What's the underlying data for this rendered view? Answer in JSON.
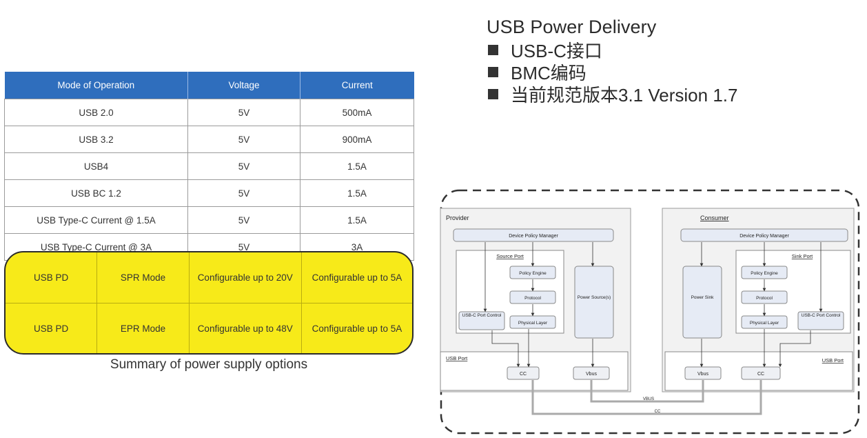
{
  "heading": "USB Power Delivery",
  "bullets": [
    "USB-C接口",
    "BMC编码",
    "当前规范版本3.1 Version 1.7"
  ],
  "table": {
    "headers": [
      "Mode of Operation",
      "Voltage",
      "Current"
    ],
    "rows": [
      [
        "USB 2.0",
        "5V",
        "500mA"
      ],
      [
        "USB 3.2",
        "5V",
        "900mA"
      ],
      [
        "USB4",
        "5V",
        "1.5A"
      ],
      [
        "USB BC 1.2",
        "5V",
        "1.5A"
      ],
      [
        "USB Type-C Current @ 1.5A",
        "5V",
        "1.5A"
      ],
      [
        "USB Type-C Current @ 3A",
        "5V",
        "3A"
      ]
    ],
    "pd_rows": [
      [
        "USB PD",
        "SPR Mode",
        "Configurable up to 20V",
        "Configurable up to 5A"
      ],
      [
        "USB PD",
        "EPR Mode",
        "Configurable up to 48V",
        "Configurable up to 5A"
      ]
    ],
    "colors": {
      "header": "#2f6ebd",
      "highlight": "#f7ea19"
    }
  },
  "caption": "Summary of power supply options",
  "diagram": {
    "provider": {
      "title": "Provider",
      "device_policy_manager": "Device Policy Manager",
      "source_port": "Source Port",
      "policy_engine": "Policy Engine",
      "protocol": "Protocol",
      "usbc_port_control": "USB-C Port Control",
      "physical_layer": "Physical Layer",
      "power_source": "Power Source(s)",
      "usb_port": "USB Port",
      "cc": "CC",
      "vbus": "Vbus"
    },
    "consumer": {
      "title": "Consumer",
      "device_policy_manager": "Device Policy Manager",
      "sink_port": "Sink Port",
      "policy_engine": "Policy Engine",
      "protocol": "Protocol",
      "physical_layer": "Physical Layer",
      "usbc_port_control": "USB-C Port Control",
      "power_sink": "Power Sink",
      "usb_port": "USB Port",
      "vbus": "Vbus",
      "cc": "CC"
    },
    "wires": {
      "vbus": "VBUS",
      "cc": "CC"
    }
  }
}
